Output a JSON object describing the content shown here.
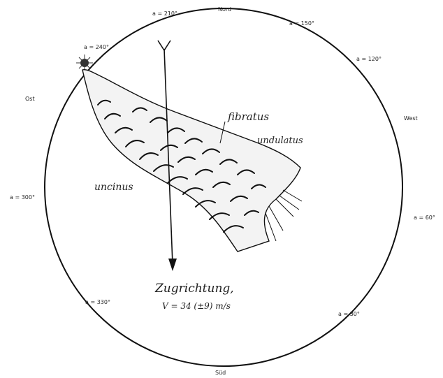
{
  "compass": {
    "north": "Nord",
    "south": "Süd",
    "east": "Ost",
    "west": "West",
    "azimuths": {
      "a210": "a = 210°",
      "a150": "a = 150°",
      "a120": "a = 120°",
      "a240": "a = 240°",
      "a300": "a = 300°",
      "a330": "a = 330°",
      "a30": "a = 30°",
      "a60": "a = 60°"
    }
  },
  "labels": {
    "fibratus": "fibratus",
    "undulatus": "undulatus",
    "uncinus": "uncinus",
    "direction": "Zugrichtung,",
    "speed": "V = 34 (±9) m/s"
  }
}
